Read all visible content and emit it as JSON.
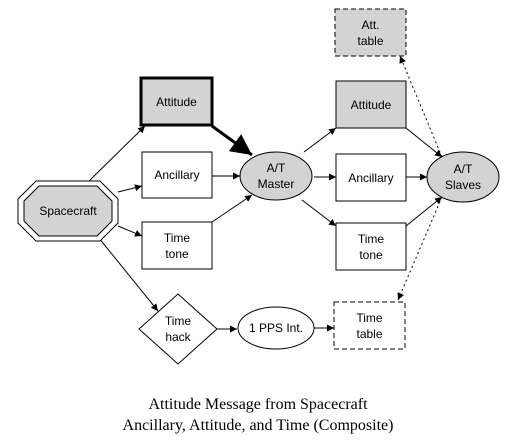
{
  "colors": {
    "shaded_fill": "#d3d3d3",
    "plain_fill": "#ffffff",
    "stroke": "#000000"
  },
  "nodes": {
    "att_table": {
      "line1": "Att.",
      "line2": "table"
    },
    "attitude_in": {
      "label": "Attitude"
    },
    "ancillary_in": {
      "label": "Ancillary"
    },
    "time_tone_in": {
      "line1": "Time",
      "line2": "tone"
    },
    "spacecraft": {
      "label": "Spacecraft"
    },
    "at_master": {
      "line1": "A/T",
      "line2": "Master"
    },
    "attitude_out": {
      "label": "Attitude"
    },
    "ancillary_out": {
      "label": "Ancillary"
    },
    "time_tone_out": {
      "line1": "Time",
      "line2": "tone"
    },
    "at_slaves": {
      "line1": "A/T",
      "line2": "Slaves"
    },
    "time_hack": {
      "line1": "Time",
      "line2": "hack"
    },
    "pps_int": {
      "label": "1 PPS Int."
    },
    "time_table": {
      "line1": "Time",
      "line2": "table"
    }
  },
  "caption": {
    "line1": "Attitude Message from Spacecraft",
    "line2": "Ancillary, Attitude, and Time (Composite)"
  }
}
